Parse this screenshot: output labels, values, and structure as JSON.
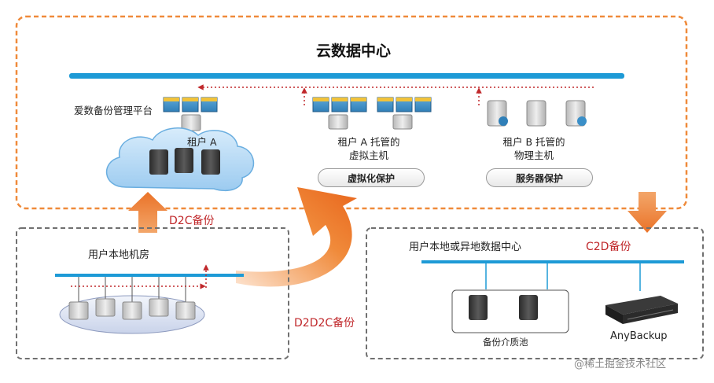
{
  "cloud_dc": {
    "title": "云数据中心"
  },
  "platform": {
    "label": "爱数备份管理平台"
  },
  "tenant_a": {
    "label": "租户 A"
  },
  "tenant_a_hosted": {
    "line1": "租户 A 托管的",
    "line2": "虚拟主机"
  },
  "tenant_b_hosted": {
    "line1": "租户 B 托管的",
    "line2": "物理主机"
  },
  "badges": {
    "virtualization": "虚拟化保护",
    "server": "服务器保护"
  },
  "local_room": {
    "label": "用户本地机房"
  },
  "remote_dc": {
    "label": "用户本地或异地数据中心"
  },
  "flows": {
    "d2c": "D2C备份",
    "d2d2c": "D2D2C备份",
    "c2d": "C2D备份"
  },
  "media_pool": {
    "label": "备份介质池"
  },
  "appliance": {
    "label": "AnyBackup"
  },
  "watermark": "@稀土掘金技术社区",
  "colors": {
    "orange": "#f08a3a",
    "blue": "#1d9ad6",
    "red": "#c0282b",
    "dash_gray": "#707070"
  }
}
